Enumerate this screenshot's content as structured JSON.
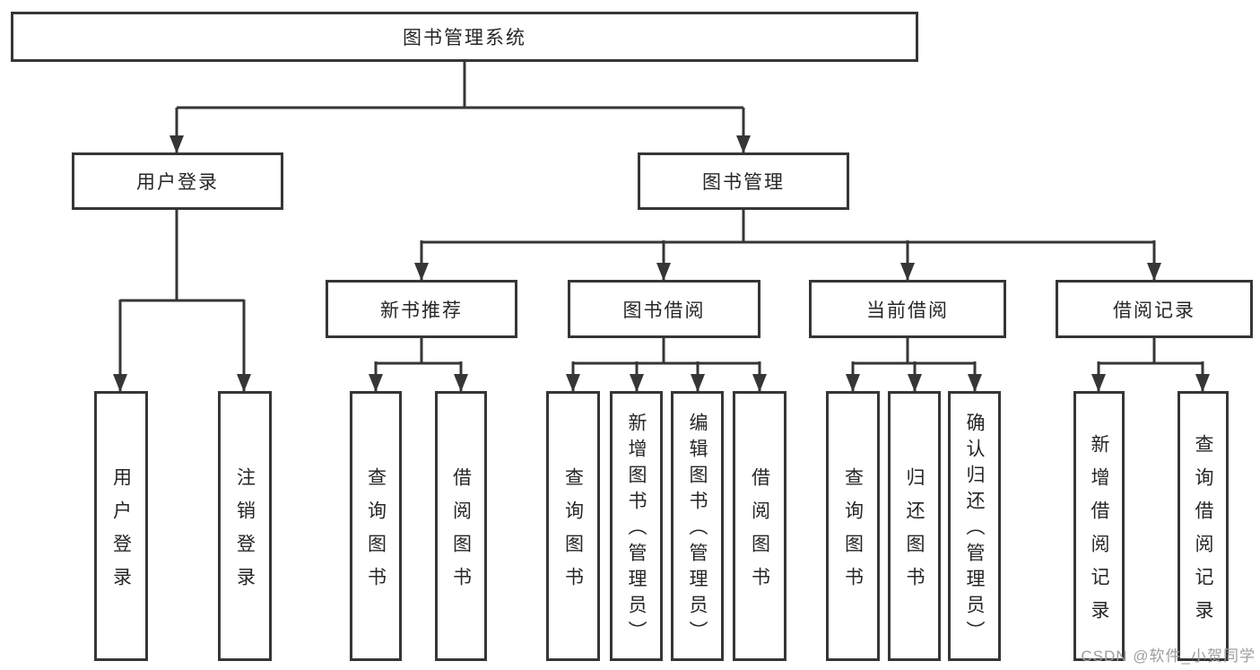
{
  "diagram": {
    "type": "tree",
    "orientation": "top-down"
  },
  "colors": {
    "line": "#363636",
    "text": "#262626",
    "background": "#ffffff",
    "watermark": "#9e9e9e"
  },
  "watermark": {
    "text": "CSDN @软件_小贺同学"
  },
  "tree": {
    "label": "图书管理系统",
    "children": [
      {
        "label": "用户登录",
        "children": [
          {
            "label": "用户登录"
          },
          {
            "label": "注销登录"
          }
        ]
      },
      {
        "label": "图书管理",
        "children": [
          {
            "label": "新书推荐",
            "children": [
              {
                "label": "查询图书"
              },
              {
                "label": "借阅图书"
              }
            ]
          },
          {
            "label": "图书借阅",
            "children": [
              {
                "label": "查询图书"
              },
              {
                "label": "新增图书（管理员）"
              },
              {
                "label": "编辑图书（管理员）"
              },
              {
                "label": "借阅图书"
              }
            ]
          },
          {
            "label": "当前借阅",
            "children": [
              {
                "label": "查询图书"
              },
              {
                "label": "归还图书"
              },
              {
                "label": "确认归还（管理员）"
              }
            ]
          },
          {
            "label": "借阅记录",
            "children": [
              {
                "label": "新增借阅记录"
              },
              {
                "label": "查询借阅记录"
              }
            ]
          }
        ]
      }
    ]
  }
}
